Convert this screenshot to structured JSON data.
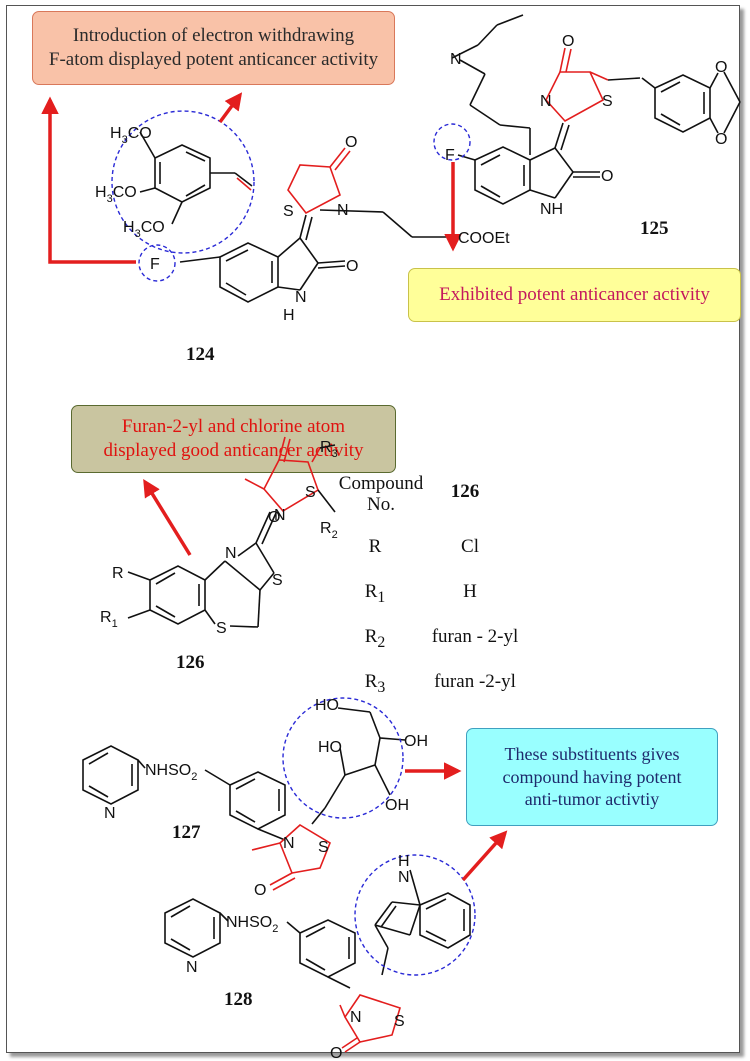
{
  "callouts": {
    "electron_withdrawing": "Introduction of electron withdrawing\nF-atom displayed potent anticancer activity",
    "exhibited": "Exhibited potent anticancer activity",
    "furan": "Furan-2-yl and chlorine atom\ndisplayed good anticancer activity",
    "substituents": "These substituents gives\ncompound having potent\nanti-tumor activtiy"
  },
  "compounds": {
    "c124": "124",
    "c125": "125",
    "c126": "126",
    "c127": "127",
    "c128": "128"
  },
  "atoms": {
    "O": "O",
    "S": "S",
    "N": "N",
    "F": "F",
    "NH": "NH",
    "H": "H",
    "COOEt": "COOEt",
    "H3CO": [
      "H",
      "3",
      "CO"
    ],
    "NHSO2": [
      "NHSO",
      "2"
    ],
    "HO": "HO",
    "OH": "OH",
    "R": "R",
    "R1": [
      "R",
      "1"
    ],
    "R2": [
      "R",
      "2"
    ],
    "R3": [
      "R",
      "3"
    ]
  },
  "table": {
    "header_label": "Compound\nNo.",
    "header_value": "126",
    "rows": [
      {
        "sym": "R",
        "sub": "",
        "value": "Cl"
      },
      {
        "sym": "R",
        "sub": "1",
        "value": "H"
      },
      {
        "sym": "R",
        "sub": "2",
        "value": "furan - 2-yl"
      },
      {
        "sym": "R",
        "sub": "3",
        "value": "furan -2-yl"
      }
    ]
  },
  "colors": {
    "arrow": "#e31e1e",
    "ring_red": "#e31e1e",
    "dashed_circle": "#2a2ad6",
    "bond": "#111111"
  }
}
